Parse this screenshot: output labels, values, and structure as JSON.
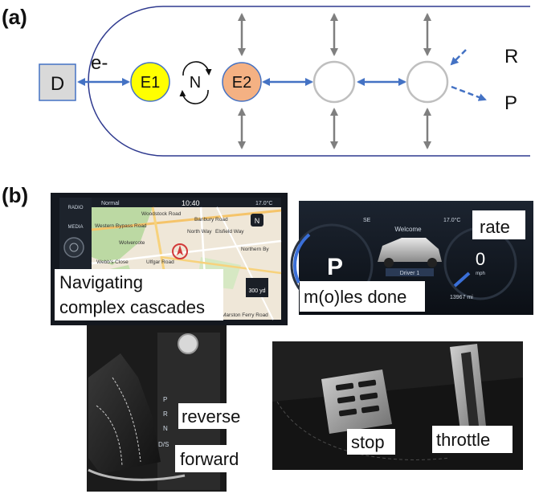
{
  "panel_a": {
    "label": "(a)",
    "donor": "D",
    "electron": "e-",
    "enzyme1": "E1",
    "enzyme2": "E2",
    "cycle_label": "N",
    "reactant": "R",
    "product": "P",
    "colors": {
      "e1_fill": "#ffff00",
      "e2_fill": "#f4b183",
      "arrow_blue": "#4472c4",
      "arrow_gray": "#7f7f7f",
      "node_gray": "#bfbfbf",
      "outline_navy": "#2f3a8f",
      "donor_fill": "#d9d9d9"
    }
  },
  "panel_b": {
    "label": "(b)",
    "photo_navigation": {
      "caption_line1": "Navigating",
      "caption_line2": "complex cascades",
      "screen_time": "10:40",
      "screen_temp": "17.0°C",
      "screen_mode": "Normal",
      "side_menu": [
        "RADIO",
        "MEDIA"
      ],
      "roads": [
        "Woodstock Road",
        "Banbury Road",
        "Western Bypass Road",
        "North Way",
        "Elsfield Way",
        "Wolvercote",
        "Ulfgar Road",
        "Northern By",
        "Webb's Close",
        "Marston Ferry Road"
      ],
      "distance": "300 yd"
    },
    "photo_dashboard": {
      "label_rate": "rate",
      "label_moles": "m(o)les done",
      "gear": "P",
      "welcome": "Welcome",
      "speed": "0",
      "speed_unit": "mph",
      "driver": "Driver 1",
      "odometer": "13967 mi",
      "temp": "17.0°C",
      "heading": "SE"
    },
    "photo_gearshift": {
      "label_reverse": "reverse",
      "label_forward": "forward",
      "gears": [
        "P",
        "R",
        "N",
        "D/S"
      ]
    },
    "photo_pedals": {
      "label_stop": "stop",
      "label_throttle": "throttle"
    }
  }
}
